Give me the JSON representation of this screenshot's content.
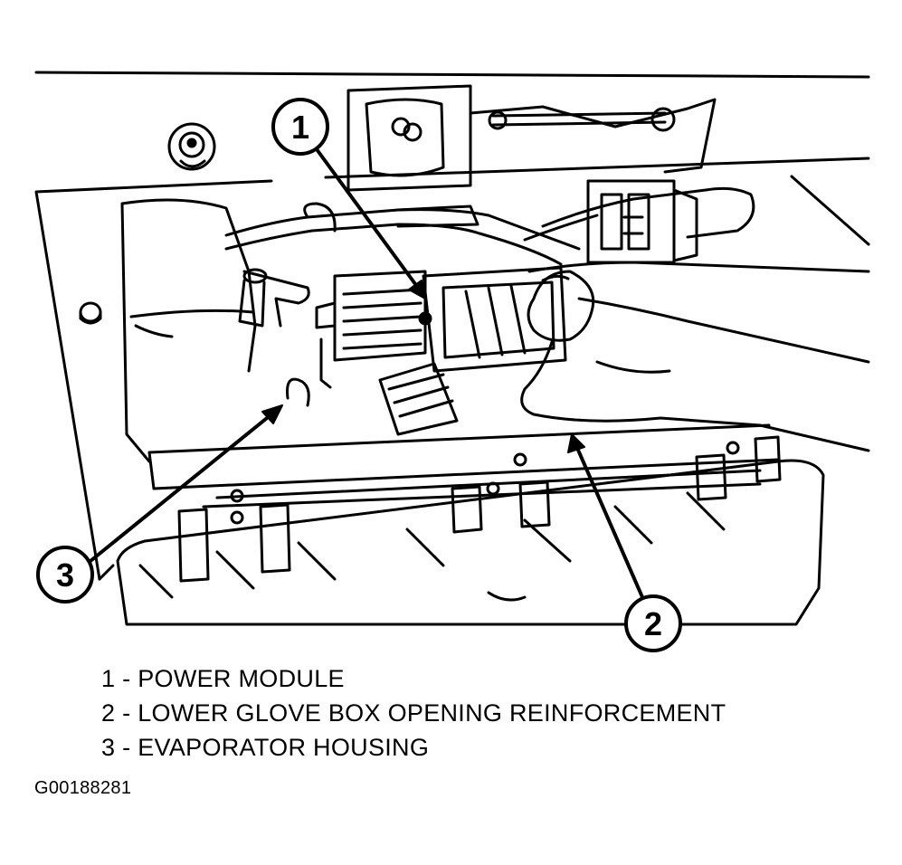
{
  "callouts": [
    {
      "number": "1"
    },
    {
      "number": "2"
    },
    {
      "number": "3"
    }
  ],
  "legend": [
    {
      "text": "1 - POWER MODULE"
    },
    {
      "text": "2 - LOWER GLOVE BOX OPENING REINFORCEMENT"
    },
    {
      "text": "3 - EVAPORATOR HOUSING"
    }
  ],
  "figure_id": "G00188281",
  "colors": {
    "ink": "#000000",
    "paper": "#ffffff"
  }
}
